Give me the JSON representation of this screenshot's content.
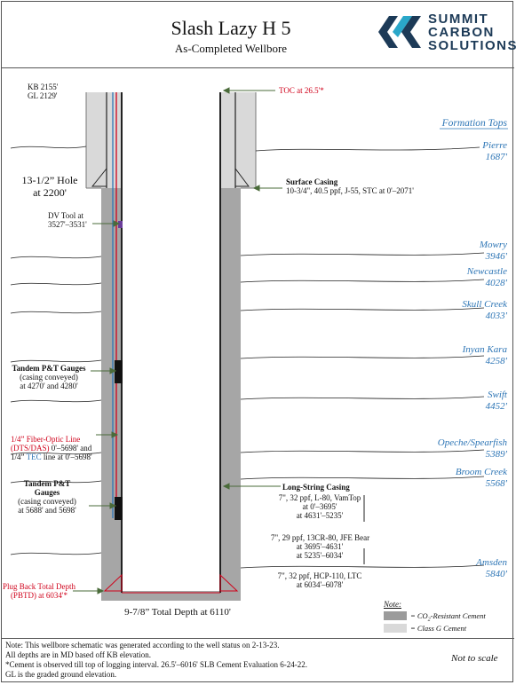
{
  "header": {
    "title": "Slash Lazy H 5",
    "subtitle": "As-Completed Wellbore",
    "logo_lines": [
      "SUMMIT",
      "CARBON",
      "SOLUTIONS"
    ],
    "logo_colors": [
      "#1c3a57",
      "#2aa7c9"
    ]
  },
  "elevations": {
    "kb": "KB 2155'",
    "gl": "GL 2129'"
  },
  "toc_label": "TOC at 26.5'*",
  "surface_hole": {
    "line1": "13-1/2” Hole",
    "line2": "at 2200'"
  },
  "dv_tool": {
    "line1": "DV Tool at",
    "line2": "3527'–3531'"
  },
  "surface_casing": {
    "title": "Surface Casing",
    "detail": "10-3/4\", 40.5 ppf, J-55, STC at 0'–2071'"
  },
  "gauges_upper": {
    "title": "Tandem P&T Gauges",
    "line2": "(casing conveyed)",
    "line3": "at 4270' and 4280'"
  },
  "fiber": {
    "line1": "1/4” Fiber-Optic Line",
    "line2a": "(DTS/DAS)",
    "line2b": " 0'–5698' and",
    "line3a": "1/4” ",
    "line3b": "TEC",
    "line3c": " line at 0'–5698'"
  },
  "gauges_lower": {
    "title1": "Tandem P&T",
    "title2": "Gauges",
    "line3": "(casing conveyed)",
    "line4": "at 5688' and 5698'"
  },
  "pbtd": {
    "line1": "Plug Back Total Depth",
    "line2": "(PBTD) at 6034'*"
  },
  "total_depth": "9-7/8” Total Depth at 6110'",
  "long_string": {
    "title": "Long-String Casing",
    "seg1": [
      "7\", 32 ppf, L-80, VamTop",
      "at 0'–3695'",
      "at 4631'–5235'"
    ],
    "seg2": [
      "7\", 29 ppf, 13CR-80, JFE Bear",
      "at 3695'–4631'",
      "at 5235'–6034'"
    ],
    "seg3": [
      "7\", 32 ppf, HCP-110, LTC",
      "at 6034'–6078'"
    ]
  },
  "formation_tops": {
    "heading": "Formation Tops",
    "items": [
      {
        "name": "Pierre",
        "depth": "1687'"
      },
      {
        "name": "Mowry",
        "depth": "3946'"
      },
      {
        "name": "Newcastle",
        "depth": "4028'"
      },
      {
        "name": "Skull Creek",
        "depth": "4033'"
      },
      {
        "name": "Inyan Kara",
        "depth": "4258'"
      },
      {
        "name": "Swift",
        "depth": "4452'"
      },
      {
        "name": "Opeche/Spearfish",
        "depth": "5389'"
      },
      {
        "name": "Broom Creek",
        "depth": "5568'"
      },
      {
        "name": "Amsden",
        "depth": "5840'"
      }
    ]
  },
  "legend": {
    "heading": "Note:",
    "dark_label_pre": "= CO",
    "dark_label_sub": "2",
    "dark_label_post": "-Resistant Cement",
    "light_label": "= Class G Cement",
    "dark_color": "#9b9b9b",
    "light_color": "#d9d9d9"
  },
  "footer": {
    "lines": [
      "Note: This wellbore schematic was generated according to the well status on 2-13-23.",
      "All depths are in MD based off KB elevation.",
      "*Cement is observed till top of logging interval.  26.5'–6016' SLB Cement Evaluation 6-24-22.",
      "GL is the graded ground elevation."
    ],
    "scale_note": "Not to scale"
  }
}
